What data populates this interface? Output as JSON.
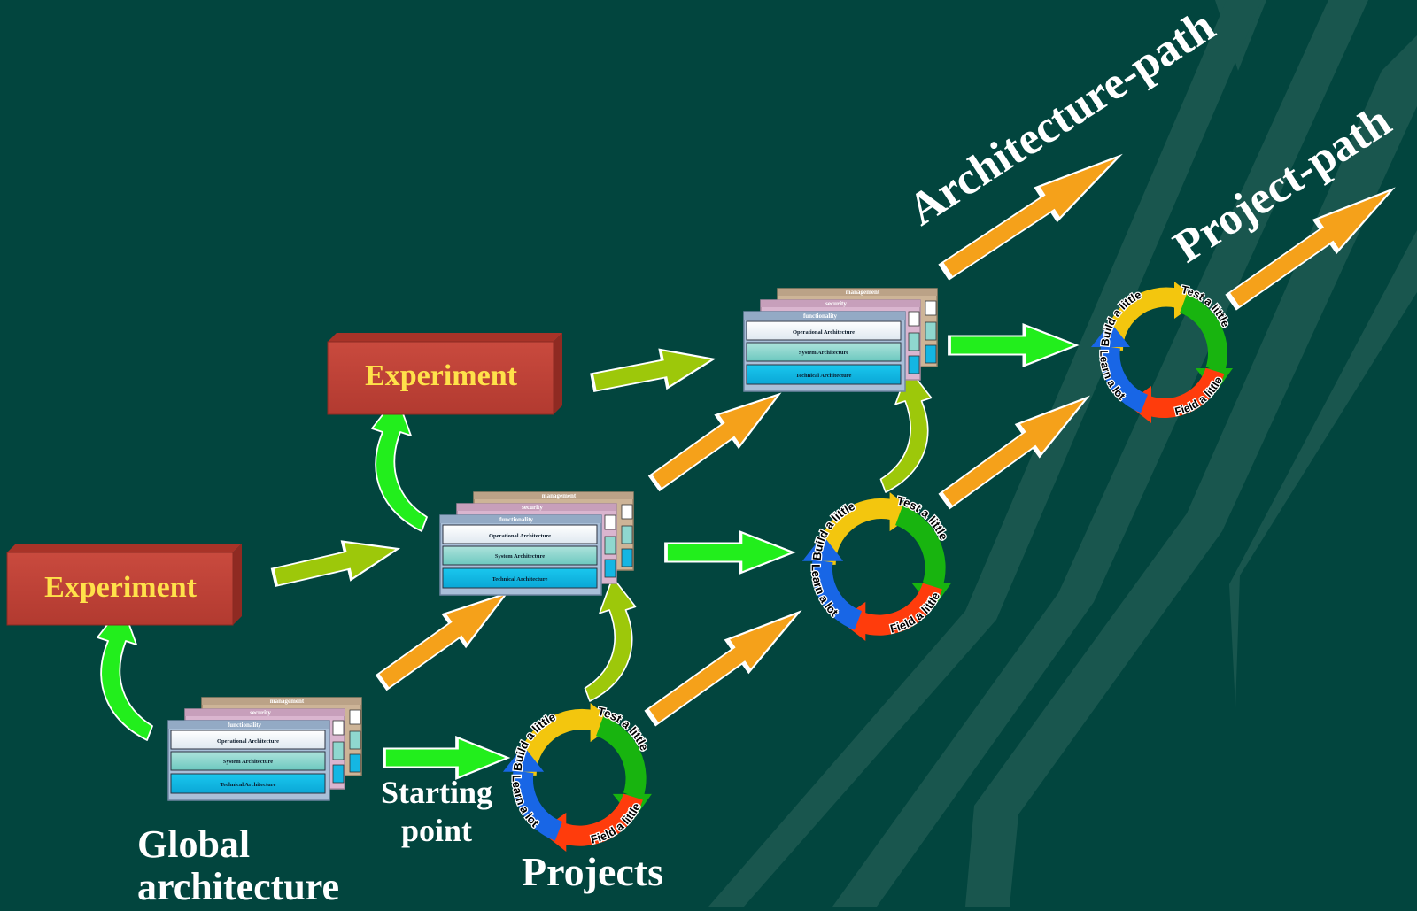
{
  "labels": {
    "architecture_path": "Architecture-path",
    "project_path": "Project-path",
    "global_line1": "Global",
    "global_line2": "architecture",
    "starting_line1": "Starting",
    "starting_line2": "point",
    "projects": "Projects"
  },
  "experiments": [
    "Experiment",
    "Experiment"
  ],
  "stack": {
    "back2": "management",
    "back1": "security",
    "front": "functionality",
    "layers": [
      "Operational Architecture",
      "System Architecture",
      "Technical Architecture"
    ]
  },
  "cycle": {
    "build": "Build a little",
    "test": "Test a little",
    "field": "Field a little",
    "learn": "Learn a lot"
  },
  "colors": {
    "background": "#02453e",
    "stripe": "#1f5750",
    "experiment": "#c0453a",
    "experiment_text": "#ffe14a",
    "orange_arrow": "#f5a11a",
    "green_arrow": "#22ee1c",
    "lime_arrow": "#9dc80a",
    "build": "#f3c60e",
    "test": "#18b40f",
    "field": "#ff3c0c",
    "learn": "#1866e6"
  }
}
